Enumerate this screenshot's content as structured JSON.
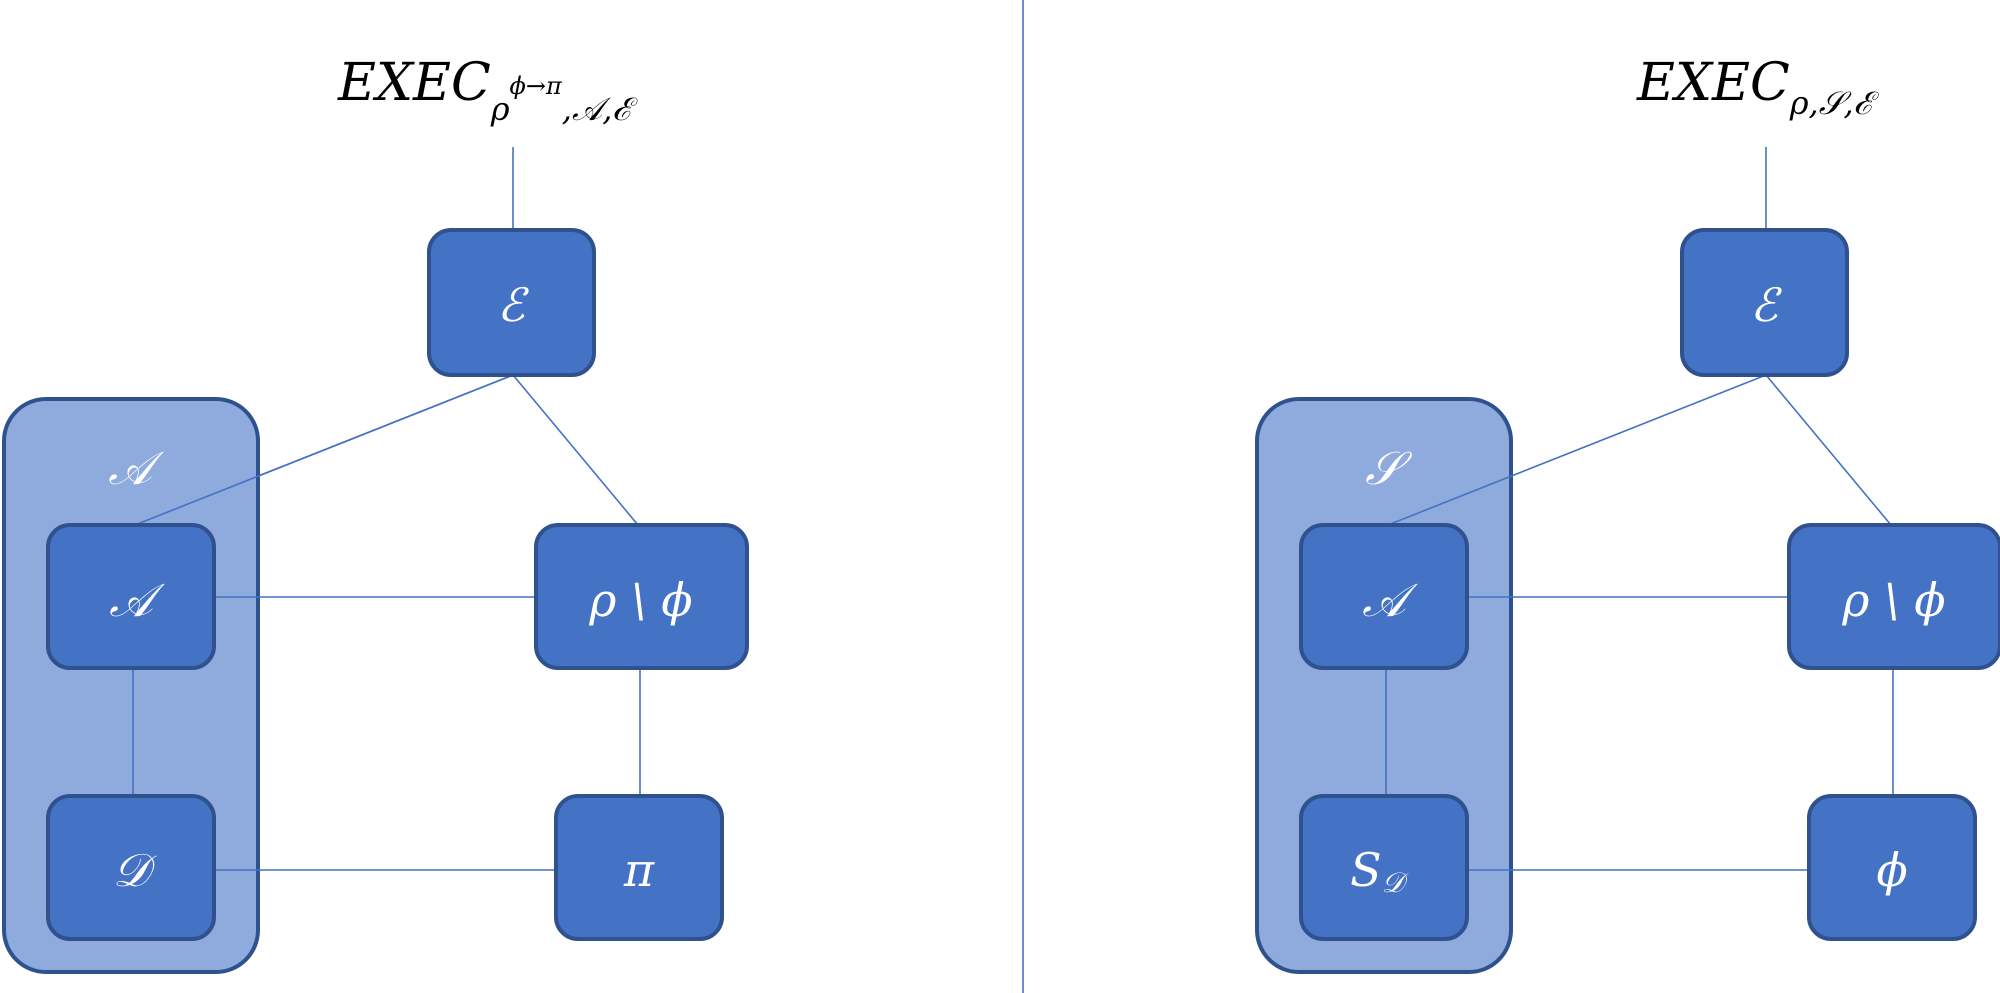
{
  "colors": {
    "node_fill": "#4472C4",
    "node_border": "#2F528F",
    "group_fill": "#8FAADC",
    "edge": "#4472C4"
  },
  "left": {
    "title": {
      "main": "EXEC",
      "sub_base": "ρ",
      "sub_sup": "ϕ→π",
      "sub_rest": ",𝒜,ℰ"
    },
    "group_label": "𝒜",
    "nodes": {
      "env": "ℰ",
      "agent": "𝒜",
      "data": "𝒟",
      "rho": "ρ \\ ϕ",
      "bottom": "π"
    }
  },
  "right": {
    "title": {
      "main": "EXEC",
      "sub": "ρ,𝒮,ℰ"
    },
    "group_label": "𝒮",
    "nodes": {
      "env": "ℰ",
      "agent": "𝒜",
      "data_main": "S",
      "data_sub": "𝒟",
      "rho": "ρ \\ ϕ",
      "bottom": "ϕ"
    }
  }
}
